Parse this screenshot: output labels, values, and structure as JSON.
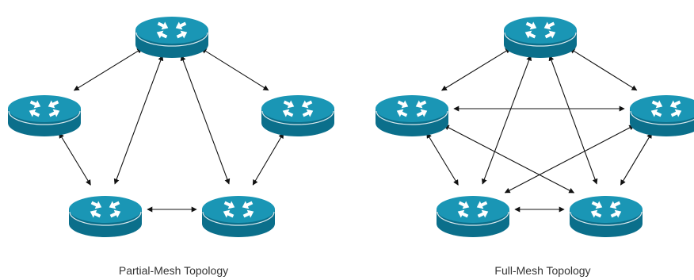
{
  "colors": {
    "router_top": "#1a96b5",
    "router_side": "#0b6f8b",
    "router_rim": "#147f9c",
    "arrow_glyph": "#ffffff",
    "link": "#111111",
    "caption": "#333333"
  },
  "icon_name": "router-icon",
  "diagrams": [
    {
      "name": "partial-mesh",
      "caption": "Partial-Mesh Topology",
      "routers": [
        "top",
        "left",
        "right",
        "bottom-left",
        "bottom-right"
      ],
      "links": [
        [
          "top",
          "left"
        ],
        [
          "top",
          "right"
        ],
        [
          "top",
          "bottom-left"
        ],
        [
          "top",
          "bottom-right"
        ],
        [
          "left",
          "bottom-left"
        ],
        [
          "right",
          "bottom-right"
        ],
        [
          "bottom-left",
          "bottom-right"
        ]
      ]
    },
    {
      "name": "full-mesh",
      "caption": "Full-Mesh Topology",
      "routers": [
        "top",
        "left",
        "right",
        "bottom-left",
        "bottom-right"
      ],
      "links": [
        [
          "top",
          "left"
        ],
        [
          "top",
          "right"
        ],
        [
          "top",
          "bottom-left"
        ],
        [
          "top",
          "bottom-right"
        ],
        [
          "left",
          "right"
        ],
        [
          "left",
          "bottom-left"
        ],
        [
          "left",
          "bottom-right"
        ],
        [
          "right",
          "bottom-left"
        ],
        [
          "right",
          "bottom-right"
        ],
        [
          "bottom-left",
          "bottom-right"
        ]
      ]
    }
  ]
}
